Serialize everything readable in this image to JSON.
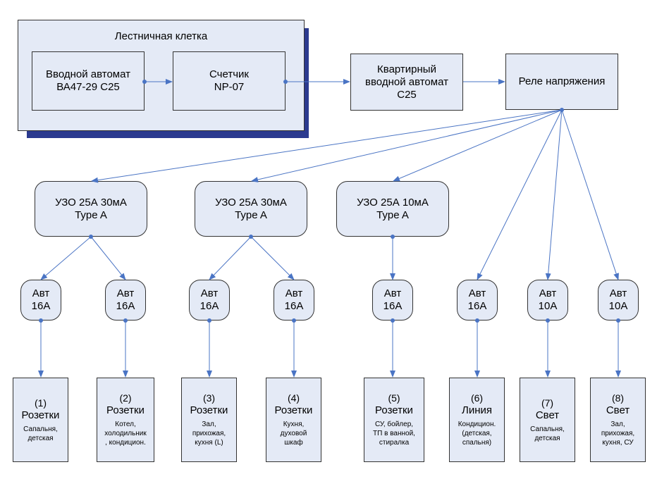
{
  "colors": {
    "box_fill": "#e4eaf6",
    "line": "#4a74c4",
    "shadow": "#2b3a8f",
    "border": "#333333"
  },
  "stairwell": {
    "title": "Лестничная клетка"
  },
  "input_breaker": {
    "line1": "Вводной автомат",
    "line2": "ВА47-29 С25"
  },
  "meter": {
    "line1": "Счетчик",
    "line2": "NP-07"
  },
  "apt_breaker": {
    "line1": "Квартирный",
    "line2": "вводной автомат",
    "line3": "С25"
  },
  "relay": {
    "label": "Реле напряжения"
  },
  "rcds": [
    {
      "line1": "УЗО 25А 30мА",
      "line2": "Type A"
    },
    {
      "line1": "УЗО 25А 30мА",
      "line2": "Type A"
    },
    {
      "line1": "УЗО 25А 10мА",
      "line2": "Type A"
    }
  ],
  "breakers": [
    {
      "line1": "Авт",
      "line2": "16А"
    },
    {
      "line1": "Авт",
      "line2": "16А"
    },
    {
      "line1": "Авт",
      "line2": "16А"
    },
    {
      "line1": "Авт",
      "line2": "16А"
    },
    {
      "line1": "Авт",
      "line2": "16А"
    },
    {
      "line1": "Авт",
      "line2": "16А"
    },
    {
      "line1": "Авт",
      "line2": "10А"
    },
    {
      "line1": "Авт",
      "line2": "10А"
    }
  ],
  "loads": [
    {
      "num": "(1)",
      "title": "Розетки",
      "lines": [
        "Сапальня,",
        "детская"
      ]
    },
    {
      "num": "(2)",
      "title": "Розетки",
      "lines": [
        "Котел,",
        "холодильник",
        ", кондицион."
      ]
    },
    {
      "num": "(3)",
      "title": "Розетки",
      "lines": [
        "Зал,",
        "прихожая,",
        "кухня (L)"
      ]
    },
    {
      "num": "(4)",
      "title": "Розетки",
      "lines": [
        "Кухня,",
        "духовой",
        "шкаф"
      ]
    },
    {
      "num": "(5)",
      "title": "Розетки",
      "lines": [
        "СУ, бойлер,",
        "ТП в ванной,",
        "стиралка"
      ]
    },
    {
      "num": "(6)",
      "title": "Линия",
      "lines": [
        "Кондицион.",
        "(детская,",
        "спальня)"
      ]
    },
    {
      "num": "(7)",
      "title": "Свет",
      "lines": [
        "Сапальня,",
        "детская"
      ]
    },
    {
      "num": "(8)",
      "title": "Свет",
      "lines": [
        "Зал,",
        "прихожая,",
        "кухня, СУ"
      ]
    }
  ]
}
